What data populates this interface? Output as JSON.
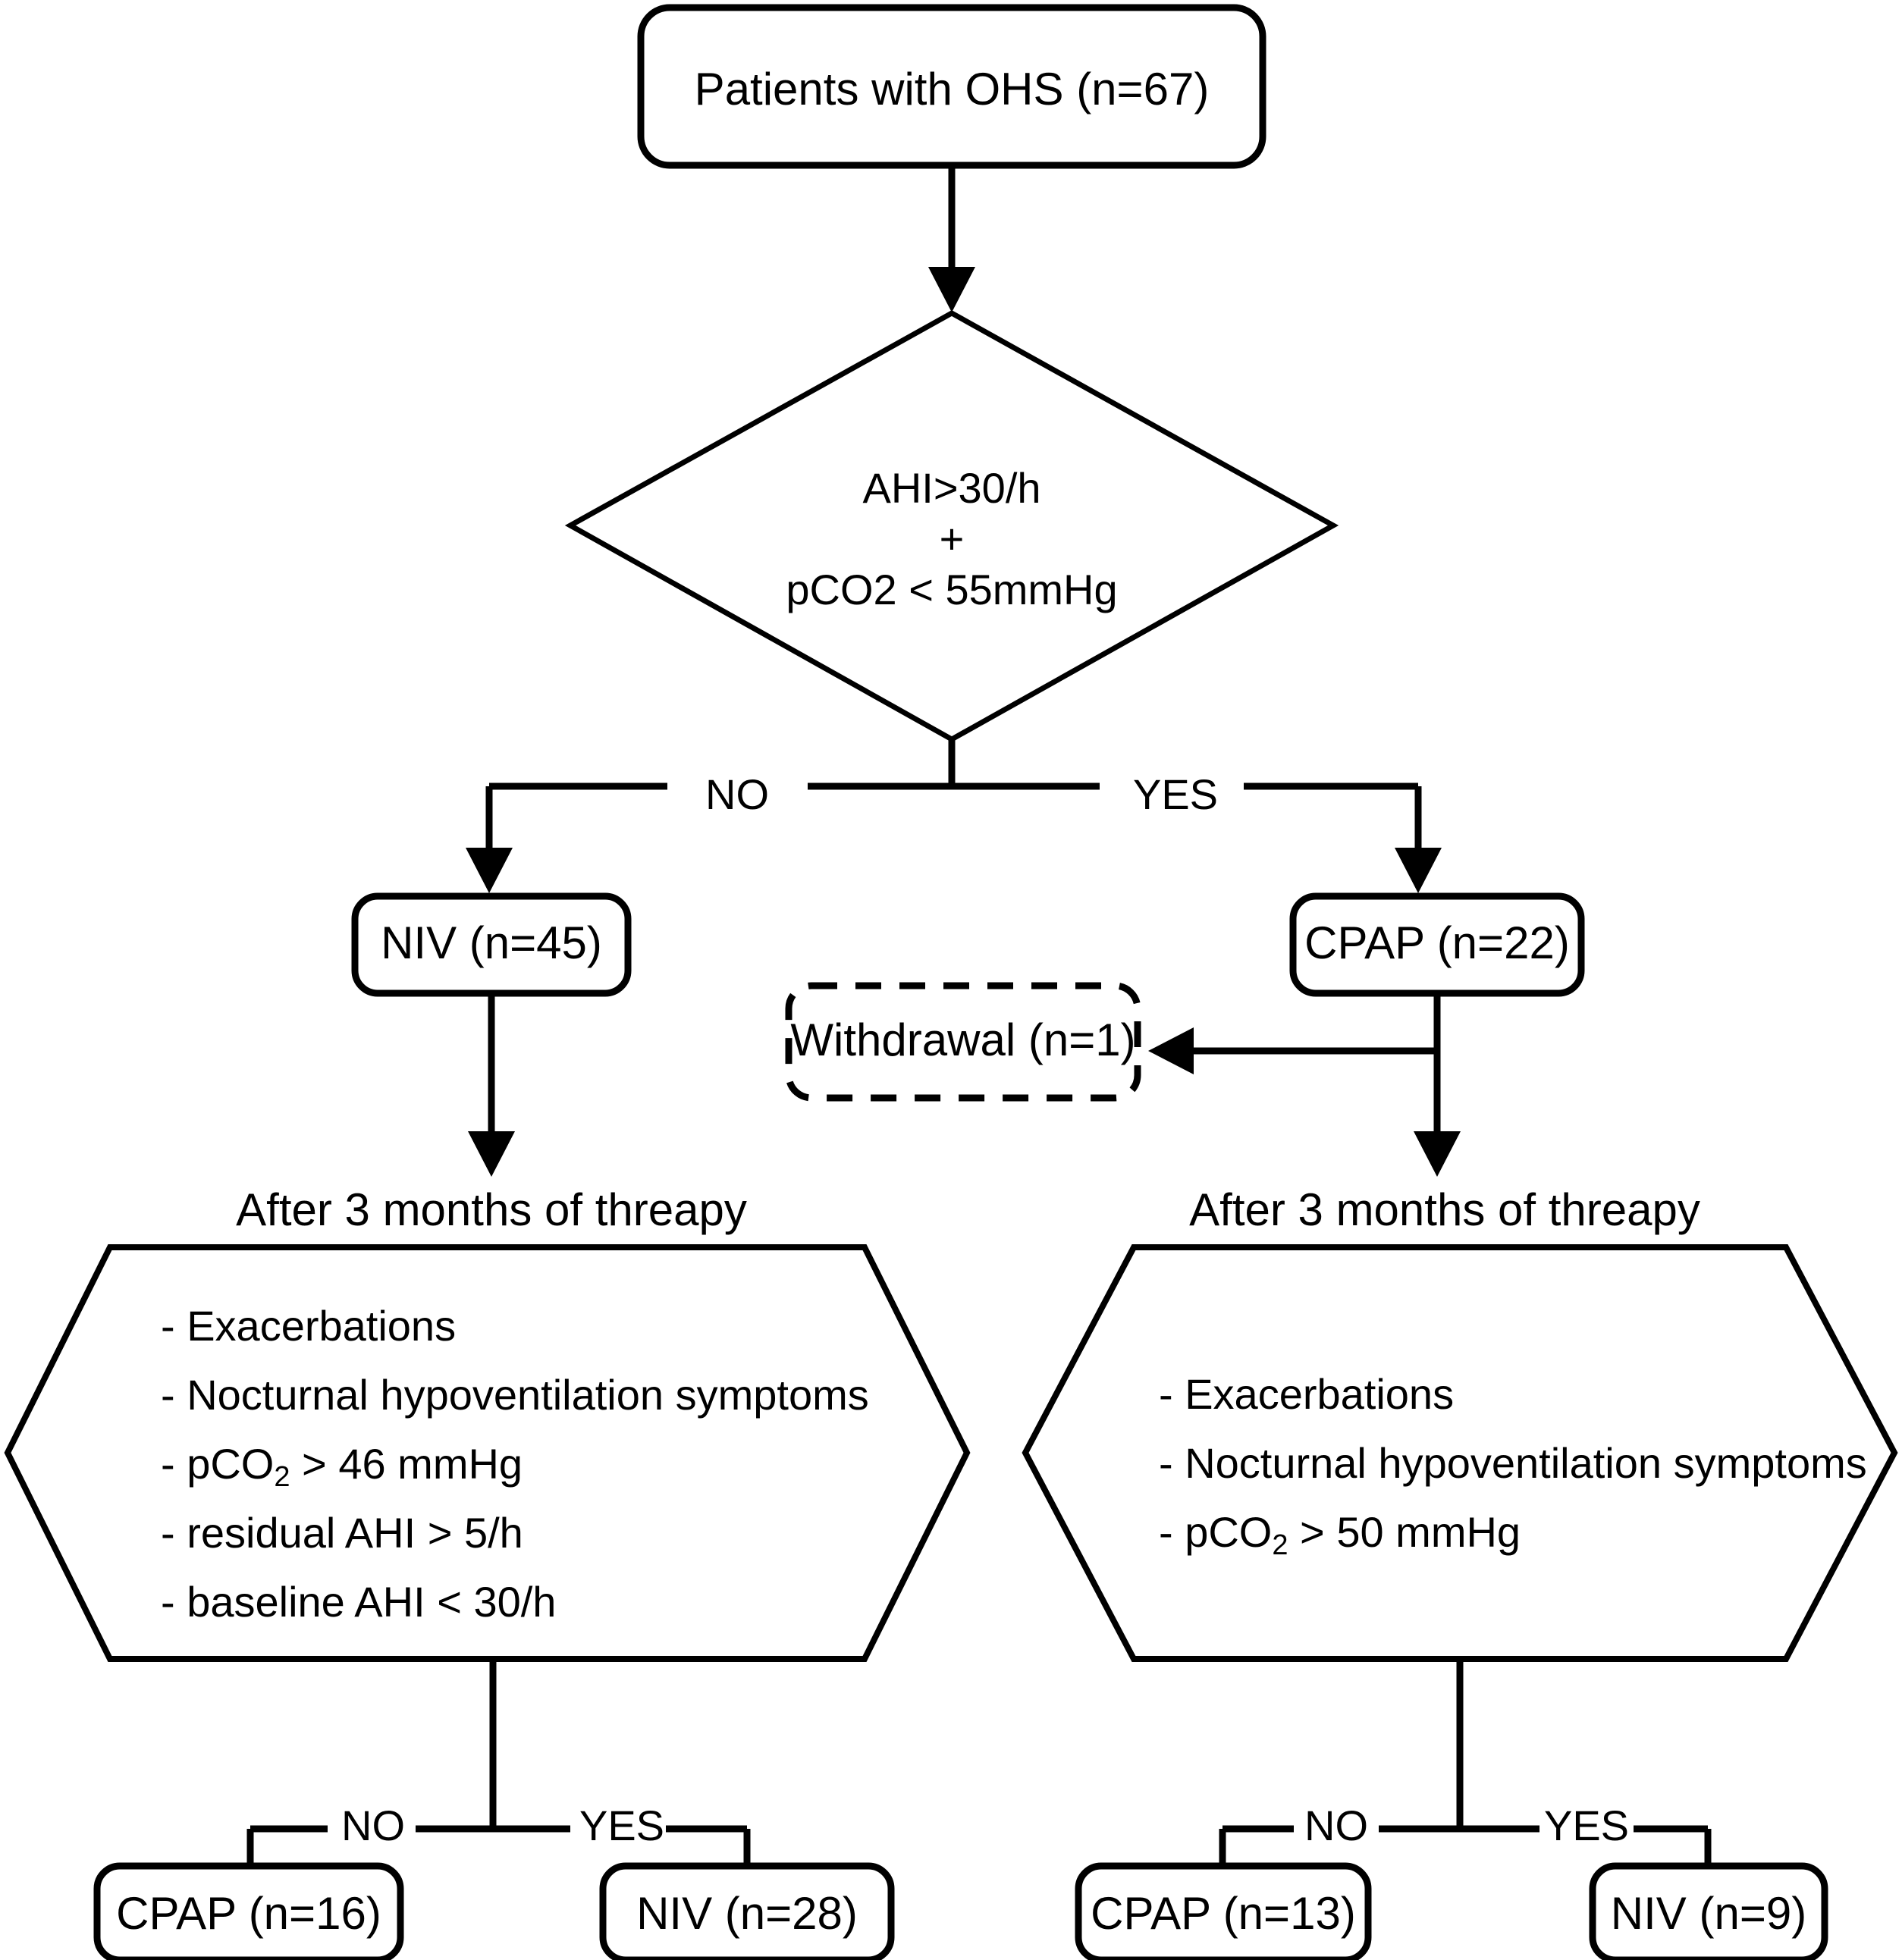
{
  "diagram": {
    "title": "OHS patient treatment allocation flowchart",
    "colors": {
      "stroke": "#000000",
      "fill": "#ffffff",
      "text": "#000000"
    },
    "nodes": {
      "start": {
        "label": "Patients with OHS (n=67)",
        "shape": "rounded-rectangle"
      },
      "decision_main": {
        "shape": "diamond",
        "line1": "AHI>30/h",
        "line2": "+",
        "line3": "pCO2 < 55mmHg"
      },
      "niv_initial": {
        "label": "NIV (n=45)",
        "shape": "rounded-rectangle"
      },
      "cpap_initial": {
        "label": "CPAP (n=22)",
        "shape": "rounded-rectangle"
      },
      "withdrawal": {
        "label": "Withdrawal (n=1)",
        "shape": "dashed-rounded-rectangle"
      },
      "caption_left": {
        "label": "After 3 months of threapy"
      },
      "caption_right": {
        "label": "After 3 months of threapy"
      },
      "criteria_left": {
        "shape": "hexagon",
        "items": [
          {
            "prefix": "- Exacerbations",
            "sub": "",
            "suffix": ""
          },
          {
            "prefix": "- Nocturnal hypoventilation symptoms",
            "sub": "",
            "suffix": ""
          },
          {
            "prefix": "- pCO",
            "sub": "2",
            "suffix": " > 46 mmHg"
          },
          {
            "prefix": "- residual AHI > 5/h",
            "sub": "",
            "suffix": ""
          },
          {
            "prefix": "- baseline AHI < 30/h",
            "sub": "",
            "suffix": ""
          }
        ]
      },
      "criteria_right": {
        "shape": "hexagon",
        "items": [
          {
            "prefix": "- Exacerbations",
            "sub": "",
            "suffix": ""
          },
          {
            "prefix": "- Nocturnal hypoventilation symptoms",
            "sub": "",
            "suffix": ""
          },
          {
            "prefix": "- pCO",
            "sub": "2",
            "suffix": " > 50 mmHg"
          }
        ]
      },
      "cpap_left_final": {
        "label": "CPAP (n=16)",
        "shape": "rounded-rectangle"
      },
      "niv_left_final": {
        "label": "NIV (n=28)",
        "shape": "rounded-rectangle"
      },
      "cpap_right_final": {
        "label": "CPAP (n=13)",
        "shape": "rounded-rectangle"
      },
      "niv_right_final": {
        "label": "NIV (n=9)",
        "shape": "rounded-rectangle"
      }
    },
    "branch_labels": {
      "main_no": "NO",
      "main_yes": "YES",
      "left_no": "NO",
      "left_yes": "YES",
      "right_no": "NO",
      "right_yes": "YES"
    }
  }
}
